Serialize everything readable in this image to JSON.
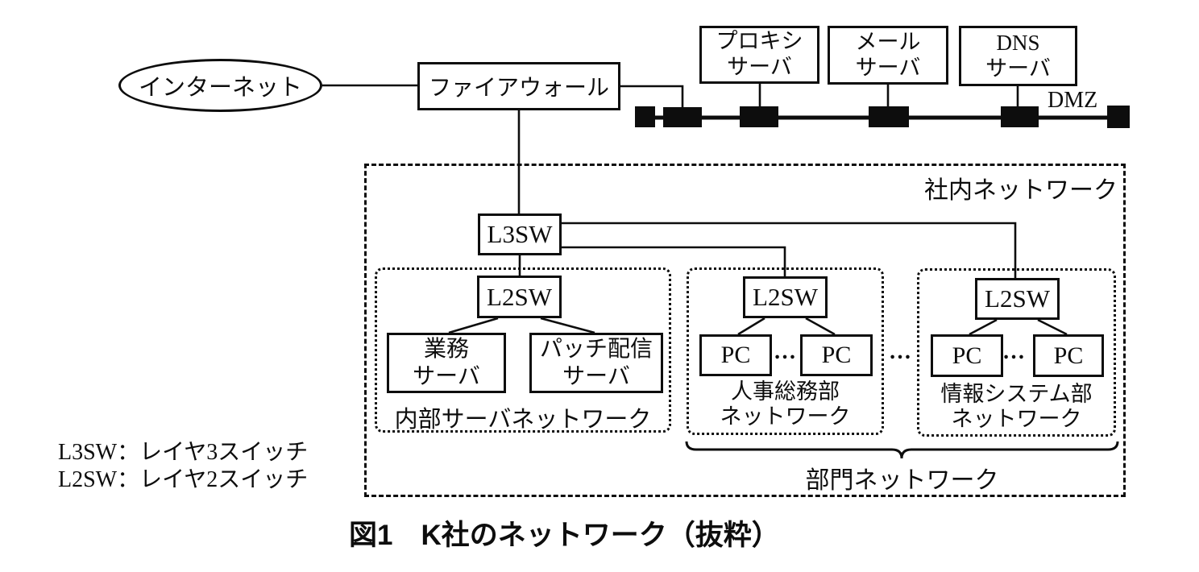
{
  "figure": {
    "caption": "図1　K社のネットワーク（抜粋）"
  },
  "legend": {
    "line1": "L3SW：レイヤ3スイッチ",
    "line2": "L2SW：レイヤ2スイッチ"
  },
  "zones": {
    "dmz": "DMZ",
    "company": "社内ネットワーク",
    "internal_server": "内部サーバネットワーク",
    "hr": {
      "line1": "人事総務部",
      "line2": "ネットワーク"
    },
    "info": {
      "line1": "情報システム部",
      "line2": "ネットワーク"
    },
    "department": "部門ネットワーク"
  },
  "nodes": {
    "internet": "インターネット",
    "firewall": "ファイアウォール",
    "proxy": {
      "line1": "プロキシ",
      "line2": "サーバ"
    },
    "mail": {
      "line1": "メール",
      "line2": "サーバ"
    },
    "dns": {
      "line1": "DNS",
      "line2": "サーバ"
    },
    "l3sw": "L3SW",
    "l2sw": "L2SW",
    "business": {
      "line1": "業務",
      "line2": "サーバ"
    },
    "patch": {
      "line1": "パッチ配信",
      "line2": "サーバ"
    },
    "pc": "PC",
    "ellipsis": "…"
  }
}
